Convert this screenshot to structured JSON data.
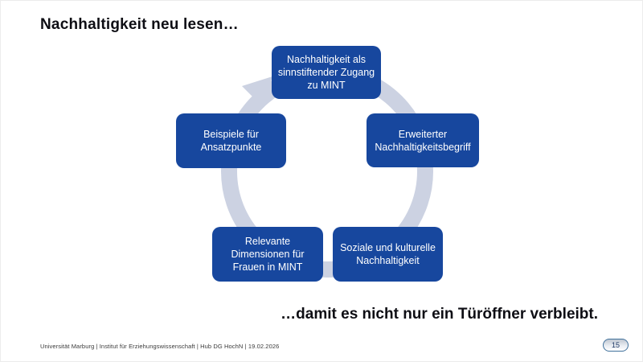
{
  "slide": {
    "title": "Nachhaltigkeit neu lesen…",
    "closing_statement": "…damit es nicht nur ein Türöffner verbleibt.",
    "footer": {
      "text": "Universität Marburg | Institut für Erziehungswissenschaft | Hub DG HochN | 19.02.2026",
      "page_number": "15"
    },
    "diagram": {
      "type": "cycle",
      "direction": "clockwise",
      "nodes": [
        {
          "position": "top",
          "label": "Nachhaltigkeit als sinnstiftender Zugang zu MINT"
        },
        {
          "position": "right",
          "label": "Erweiterter Nachhaltigkeitsbegriff"
        },
        {
          "position": "bottom-right",
          "label": "Soziale und kulturelle Nachhaltigkeit"
        },
        {
          "position": "bottom-left",
          "label": "Relevante Dimensionen für Frauen in MINT"
        },
        {
          "position": "left",
          "label": "Beispiele für Ansatzpunkte"
        }
      ],
      "colors": {
        "node_fill": "#17479E",
        "node_text": "#FFFFFF",
        "ring": "#CCD2E2",
        "title_text": "#0E0E14"
      }
    }
  }
}
